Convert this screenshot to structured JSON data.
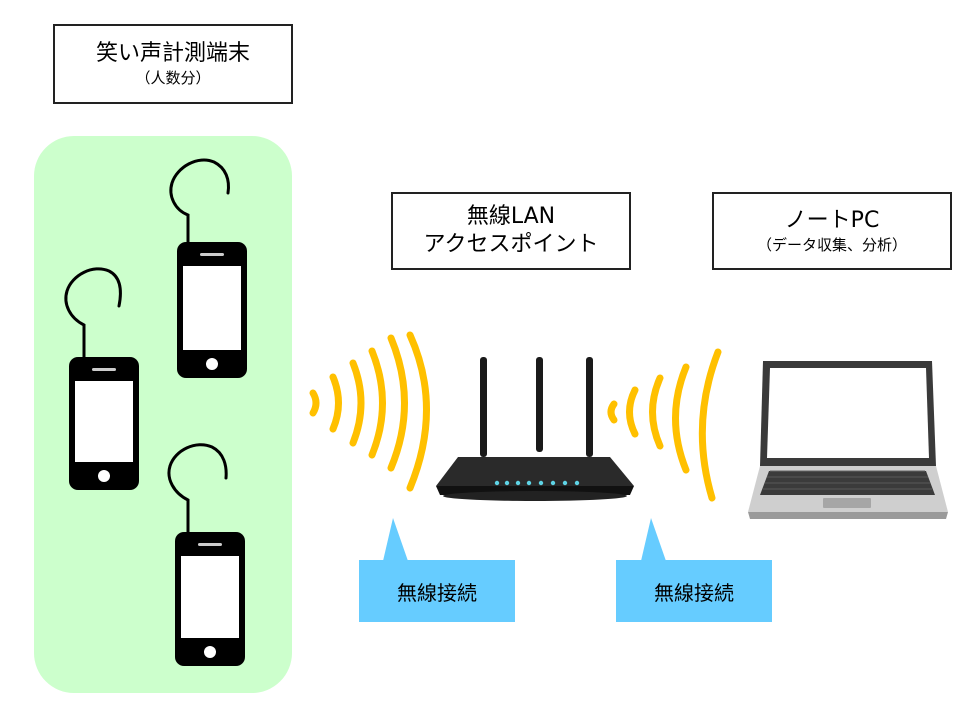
{
  "terminal_box": {
    "title": "笑い声計測端末",
    "subtitle": "（人数分）"
  },
  "ap_box": {
    "line1": "無線LAN",
    "line2": "アクセスポイント"
  },
  "pc_box": {
    "title": "ノートPC",
    "subtitle": "（データ収集、分析）"
  },
  "callouts": [
    {
      "label": "無線接続"
    },
    {
      "label": "無線接続"
    }
  ],
  "colors": {
    "group_bg": "#ccffcc",
    "wave": "#ffc000",
    "callout": "#66ccff"
  }
}
